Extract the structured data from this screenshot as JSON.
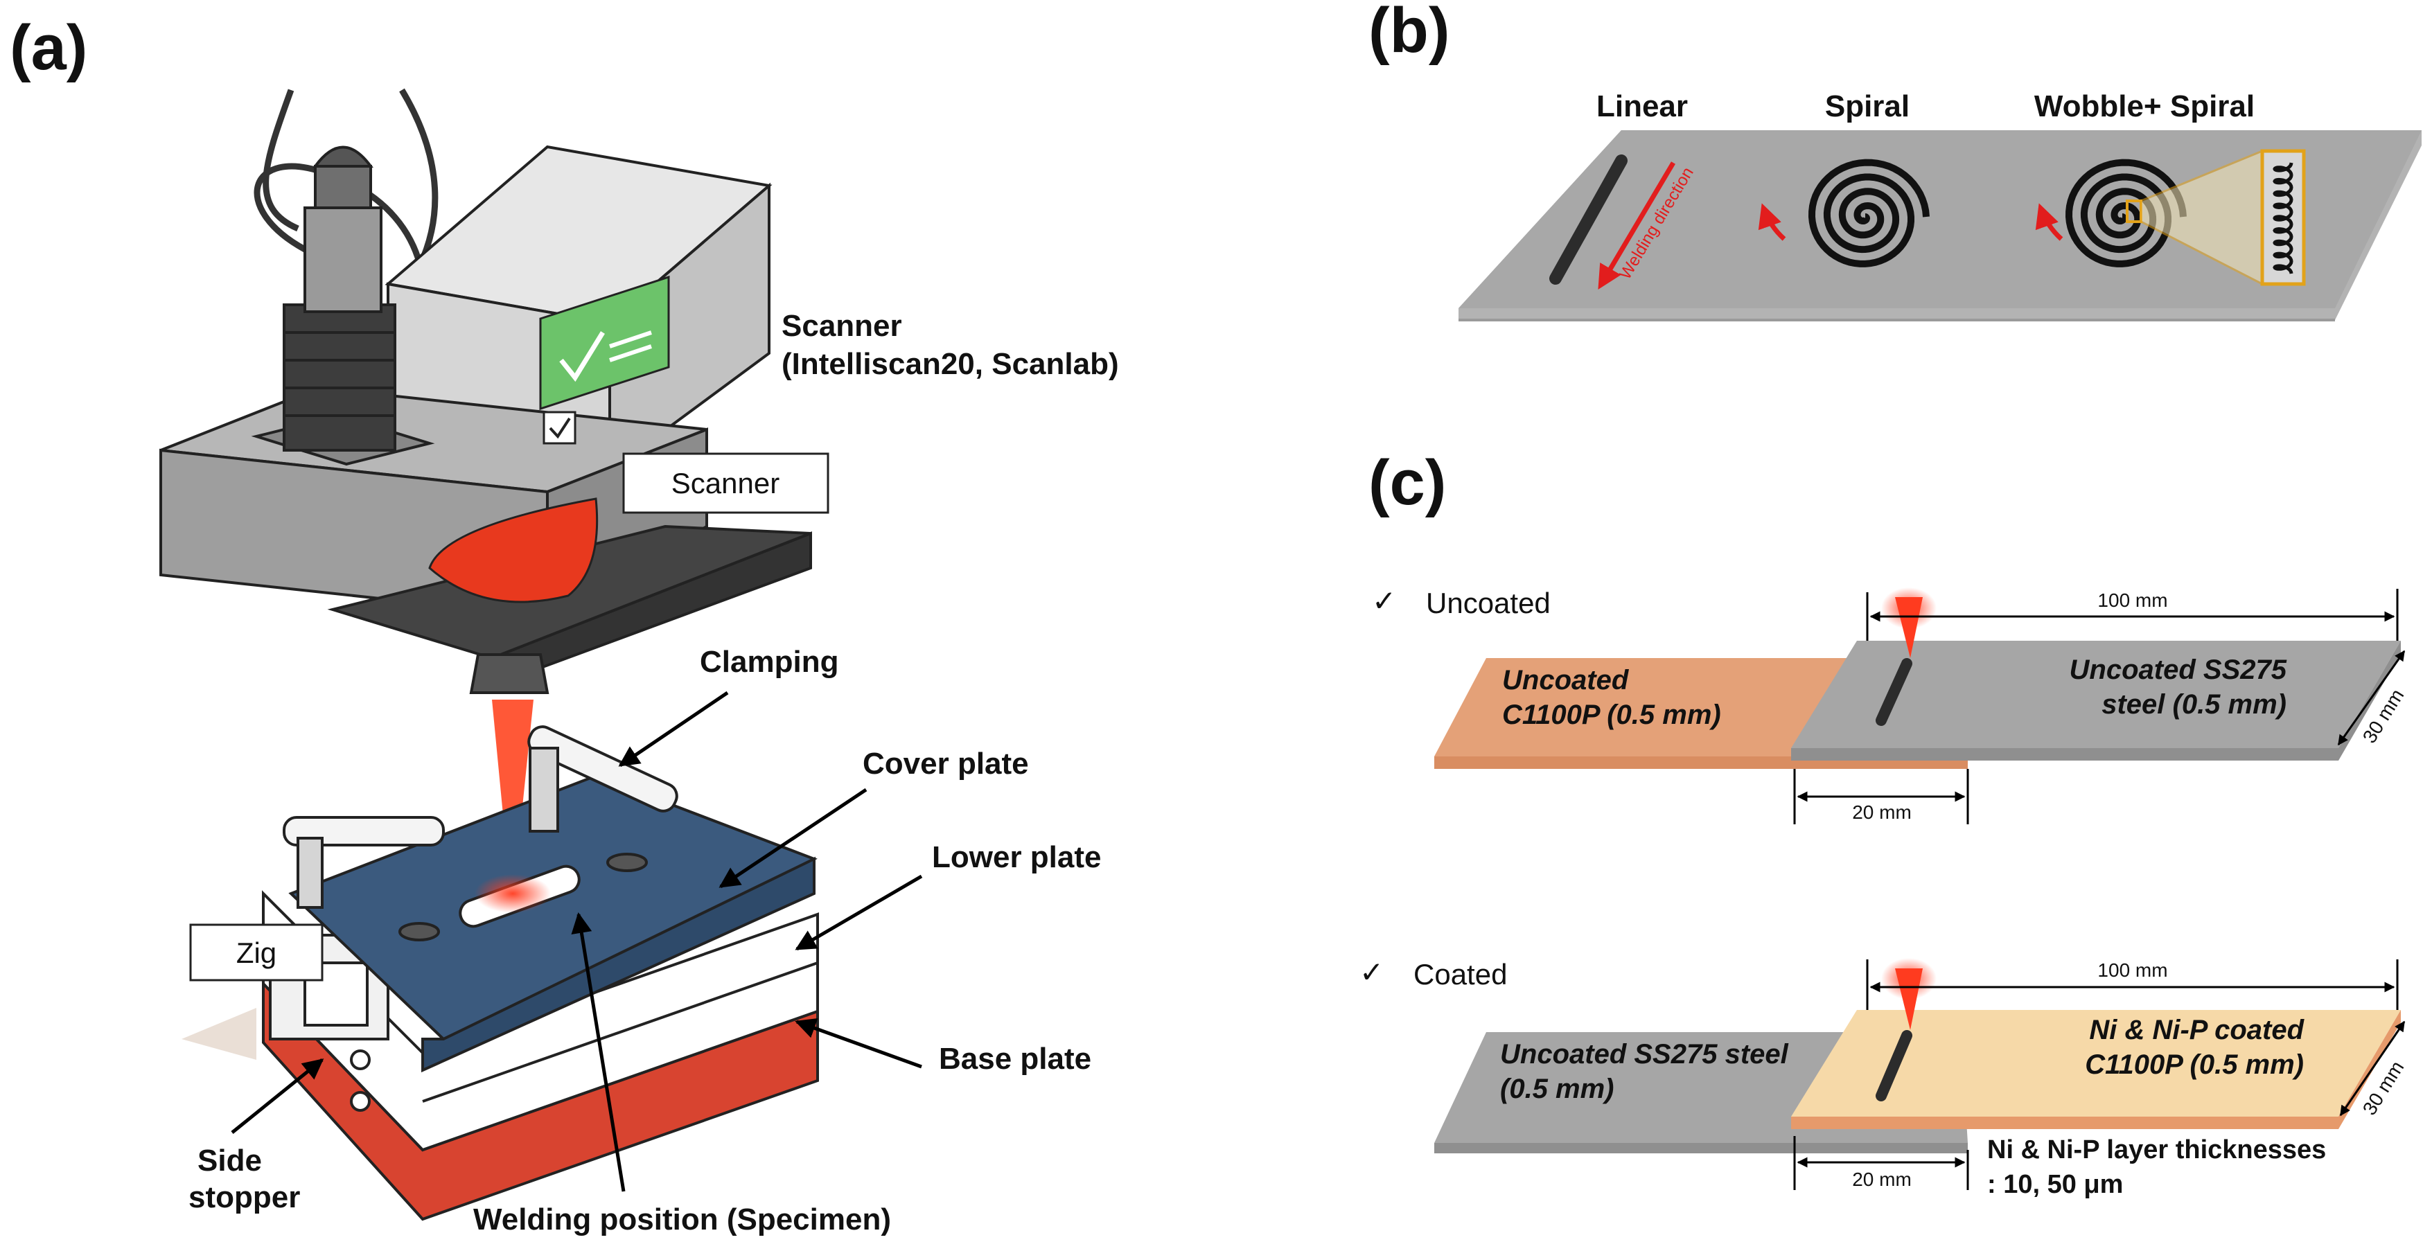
{
  "panels": {
    "a": "(a)",
    "b": "(b)",
    "c": "(c)"
  },
  "panel_a": {
    "scanner_title": "Scanner",
    "scanner_model": "(Intelliscan20, Scanlab)",
    "scanner_box": "Scanner",
    "clamping": "Clamping",
    "cover_plate": "Cover plate",
    "lower_plate": "Lower plate",
    "base_plate": "Base plate",
    "zig_box": "Zig",
    "side_stopper_1": "Side",
    "side_stopper_2": "stopper",
    "welding_position": "Welding position (Specimen)"
  },
  "panel_b": {
    "linear": "Linear",
    "spiral": "Spiral",
    "wobble_spiral": "Wobble+ Spiral",
    "welding_direction": "Welding direction"
  },
  "panel_c": {
    "check_mark": "✓",
    "uncoated": {
      "heading": "Uncoated",
      "left_1": "Uncoated",
      "left_2": "C1100P (0.5 mm)",
      "right_1": "Uncoated SS275",
      "right_2": "steel (0.5 mm)",
      "len": "100 mm",
      "width": "30 mm",
      "overlap": "20 mm"
    },
    "coated": {
      "heading": "Coated",
      "left_1": "Uncoated SS275 steel",
      "left_2": "(0.5 mm)",
      "right_1": "Ni & Ni-P coated",
      "right_2": "C1100P (0.5 mm)",
      "len": "100 mm",
      "width": "30 mm",
      "overlap": "20 mm",
      "layer_1": "Ni & Ni-P layer thicknesses",
      "layer_2": ": 10, 50 μm"
    }
  },
  "colors": {
    "laser": "#e8391e",
    "copper": "#e4a178",
    "steel": "#a9a9a9",
    "coated": "#f6d9a8",
    "cover_plate": "#3b5a7e",
    "base_plate": "#d84430",
    "check_panel": "#6cc36a",
    "highlight": "#e2a21a"
  }
}
